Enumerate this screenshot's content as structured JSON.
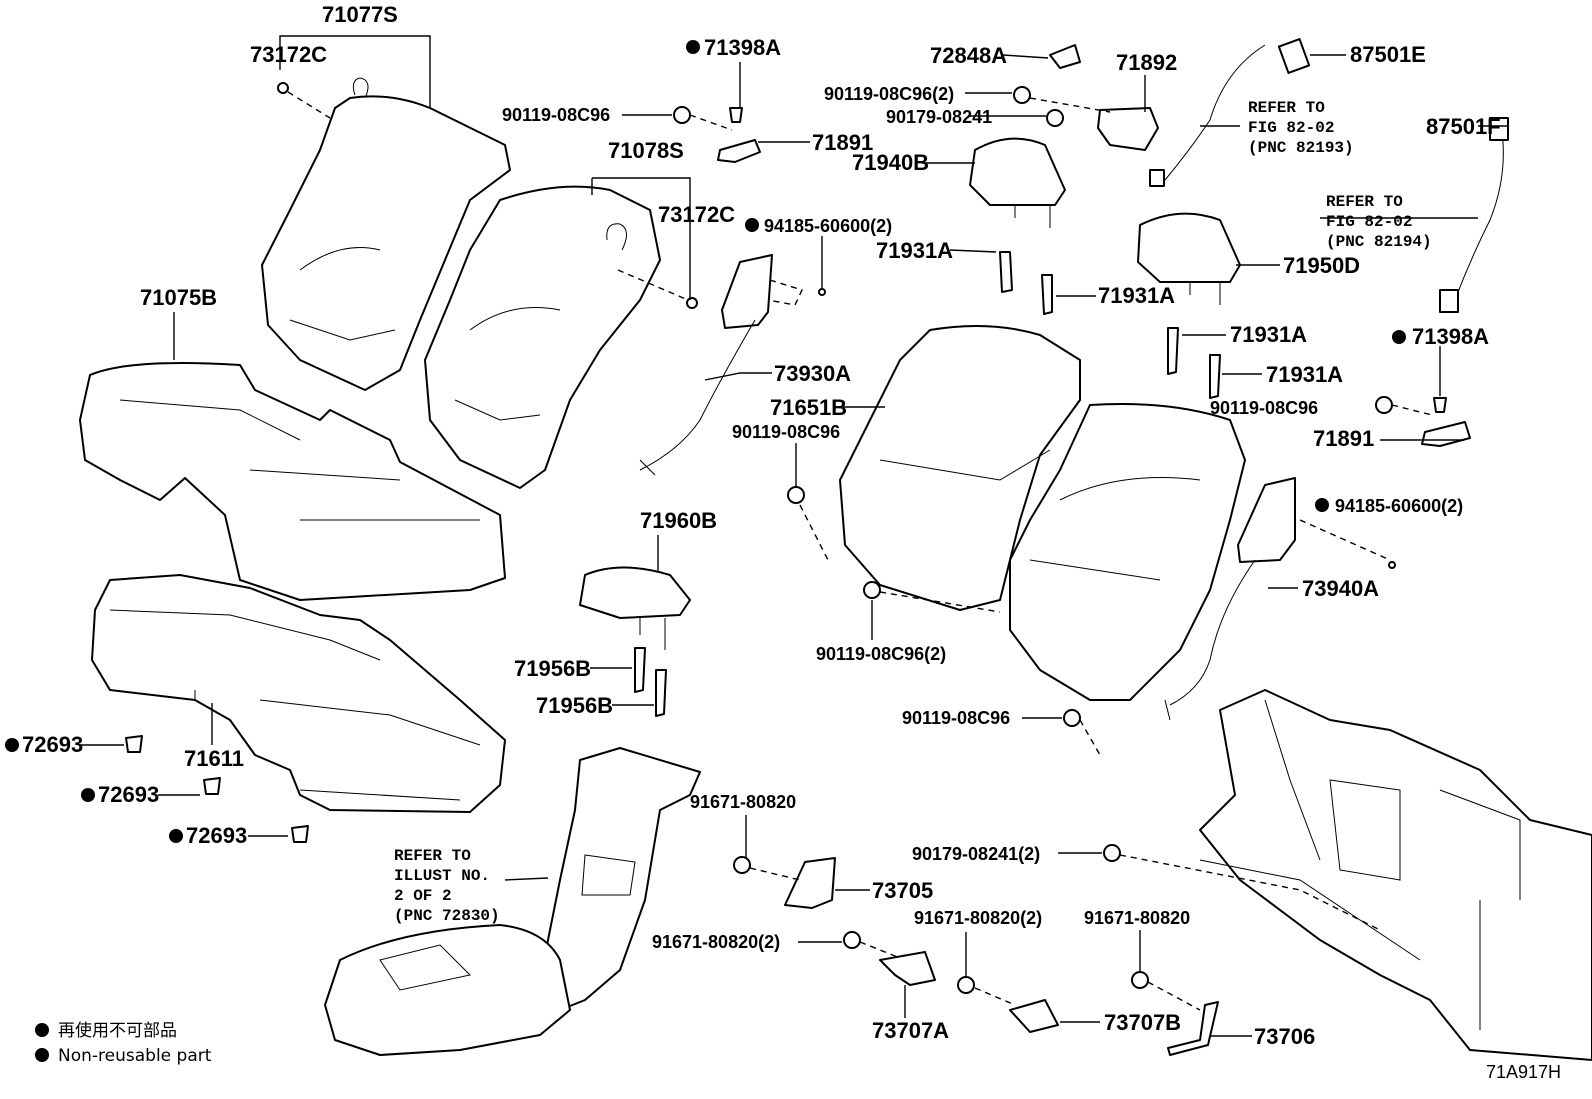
{
  "labels": {
    "l71077S": "71077S",
    "l73172C_top": "73172C",
    "l73172C_mid": "73172C",
    "l71075B": "71075B",
    "l71078S": "71078S",
    "l71398A_top": "71398A",
    "l90119_08C96_top": "90119-08C96",
    "l71891_top": "71891",
    "l94185_top": "94185-60600(2)",
    "l73930A": "73930A",
    "l72848A": "72848A",
    "l90119_08C96_2_top": "90119-08C96(2)",
    "l90179_08241_top": "90179-08241",
    "l71892": "71892",
    "l71940B": "71940B",
    "l87501E": "87501E",
    "l87501F": "87501F",
    "l71931A_1": "71931A",
    "l71931A_2": "71931A",
    "l71931A_3": "71931A",
    "l71931A_4": "71931A",
    "l71950D": "71950D",
    "l71398A_right": "71398A",
    "l90119_08C96_right": "90119-08C96",
    "l71891_right": "71891",
    "l94185_right": "94185-60600(2)",
    "l73940A": "73940A",
    "l71651B": "71651B",
    "l90119_08C96_mid": "90119-08C96",
    "l90119_08C96_2_mid": "90119-08C96(2)",
    "l90119_08C96_low": "90119-08C96",
    "l71960B": "71960B",
    "l71956B_1": "71956B",
    "l71956B_2": "71956B",
    "l71611": "71611",
    "l72693_1": "72693",
    "l72693_2": "72693",
    "l72693_3": "72693",
    "l91671_80820_a": "91671-80820",
    "l73705": "73705",
    "l91671_80820_2_a": "91671-80820(2)",
    "l73707A": "73707A",
    "l91671_80820_2_b": "91671-80820(2)",
    "l73707B": "73707B",
    "l91671_80820_b": "91671-80820",
    "l73706": "73706",
    "l90179_08241_2": "90179-08241(2)"
  },
  "notes": {
    "refer_82193": [
      "REFER TO",
      "FIG 82-02",
      "(PNC 82193)"
    ],
    "refer_82194": [
      "REFER TO",
      "FIG 82-02",
      "(PNC 82194)"
    ],
    "refer_72830": [
      "REFER TO",
      "ILLUST NO.",
      "2 OF 2",
      "(PNC 72830)"
    ]
  },
  "legend": {
    "jp": "再使用不可部品",
    "en": "Non-reusable part"
  },
  "illustration_code": "71A917H"
}
